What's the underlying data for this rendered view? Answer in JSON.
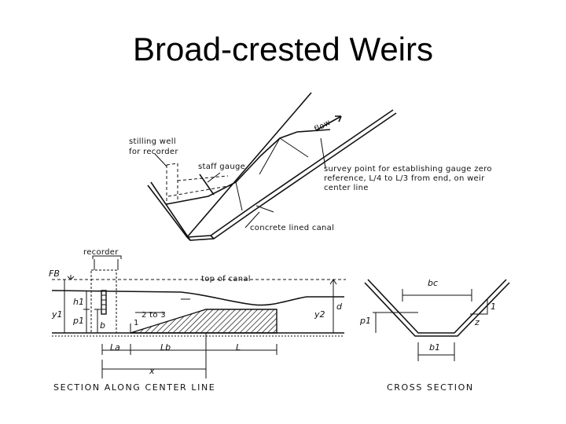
{
  "title": "Broad-crested Weirs",
  "perspective": {
    "flow": "flow",
    "stilling_well": "stilling well",
    "for_recorder": "for recorder",
    "staff_gauge": "staff gauge",
    "survey_1": "survey point for establishing gauge zero",
    "survey_2": "reference, L/4 to L/3 from end, on weir",
    "survey_3": "center line",
    "canal": "concrete lined canal"
  },
  "section": {
    "recorder": "recorder",
    "fb": "FB",
    "top_of_canal": "top of canal",
    "h1": "h1",
    "y1": "y1",
    "p1": "p1",
    "b": "b",
    "slope": "2 to 3",
    "one": "1",
    "y2": "y2",
    "d": "d",
    "la": "La",
    "lb": "Lb",
    "l": "L",
    "x": "x",
    "caption": "SECTION ALONG CENTER LINE"
  },
  "cross": {
    "bc": "bc",
    "one": "1",
    "p1": "p1",
    "z": "z",
    "b1": "b1",
    "caption": "CROSS SECTION"
  }
}
